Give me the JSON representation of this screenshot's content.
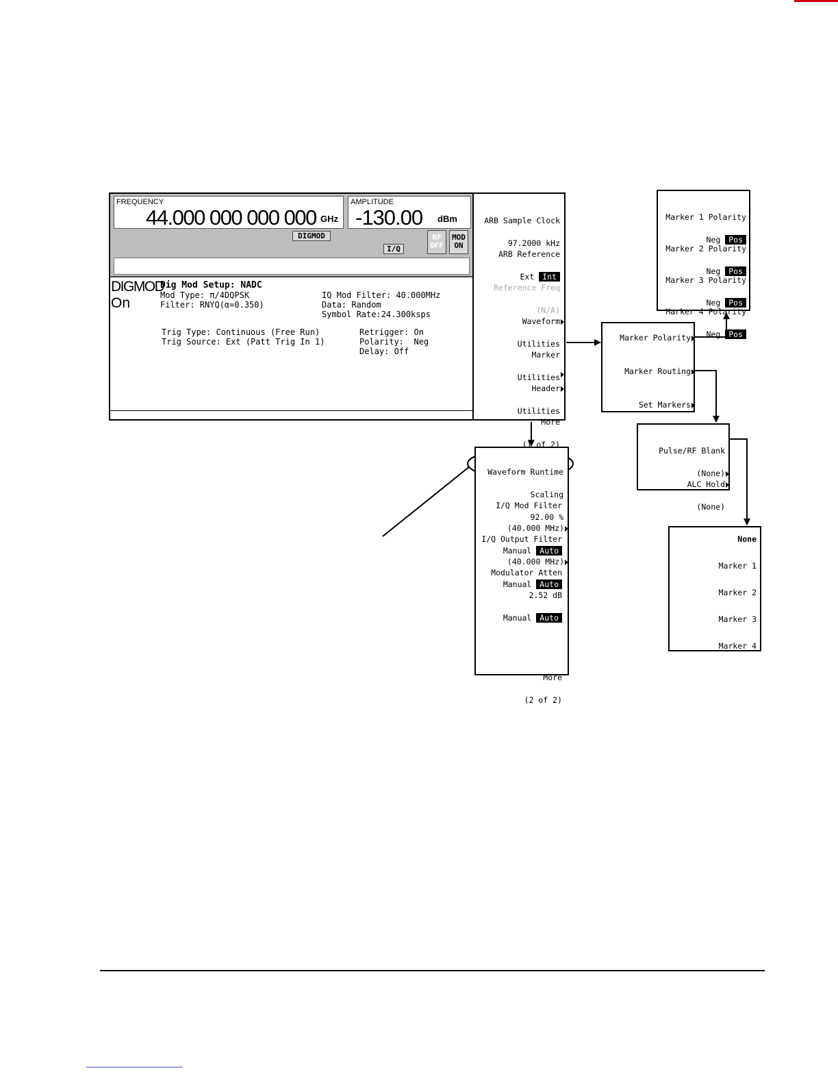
{
  "top_rule_color": "#cc0000",
  "display": {
    "frequency": {
      "label": "FREQUENCY",
      "value": "44.000 000 000 000",
      "unit": "GHz"
    },
    "amplitude": {
      "label": "AMPLITUDE",
      "value": "-130.00",
      "unit": "dBm"
    },
    "badges": {
      "digmod": "DIGMOD",
      "iq": "I/Q",
      "rf": "RF\nOFF",
      "mod": "MOD\nON"
    },
    "status": {
      "line1": "DIGMOD",
      "line2": "On"
    },
    "setup": {
      "title": "Dig Mod Setup: NADC",
      "mod_type": "Mod Type: π/4DQPSK",
      "filter": "Filter: RNYQ(α=0.350)",
      "iq_mod_filter": "IQ Mod Filter: 40.000MHz",
      "data": "Data: Random",
      "symbol_rate": "Symbol Rate:24.300ksps",
      "trig_type": "Trig Type: Continuous (Free Run)",
      "trig_source": "Trig Source: Ext (Patt Trig In 1)",
      "retrigger": "Retrigger: On",
      "polarity": "Polarity:  Neg",
      "delay": "Delay: Off"
    }
  },
  "softkeys_page1": [
    {
      "line1": "ARB Sample Clock",
      "line2": "97.2000 kHz"
    },
    {
      "line1": "ARB Reference",
      "line2": "Ext",
      "selected": "Int"
    },
    {
      "line1": "Reference Freq",
      "line2": "(N/A)",
      "disabled": true
    },
    {
      "line1": "Waveform",
      "line2": "Utilities"
    },
    {
      "line1": "Marker",
      "line2": "Utilities"
    },
    {
      "line1": "Header",
      "line2": "Utilities"
    },
    {
      "line1": "More",
      "line2": "(1 of 2)"
    }
  ],
  "softkeys_page2": [
    {
      "line1": "Waveform Runtime",
      "line2": "Scaling",
      "line3": "92.00 %"
    },
    {
      "line1": "I/Q Mod Filter",
      "line2": "(40.000 MHz)",
      "line3": "Manual",
      "selected": "Auto"
    },
    {
      "line1": "I/Q Output Filter",
      "line2": "(40.000 MHz)",
      "line3": "Manual",
      "selected": "Auto"
    },
    {
      "line1": "Modulator Atten",
      "line2": "2.52 dB",
      "line3": "Manual",
      "selected": "Auto"
    },
    {
      "line1": "More",
      "line2": "(2 of 2)"
    }
  ],
  "marker_utilities": [
    "Marker Polarity",
    "Marker Routing",
    "Set Markers"
  ],
  "marker_polarity": [
    {
      "label": "Marker 1 Polarity",
      "neg": "Neg",
      "pos": "Pos"
    },
    {
      "label": "Marker 2 Polarity",
      "neg": "Neg",
      "pos": "Pos"
    },
    {
      "label": "Marker 3 Polarity",
      "neg": "Neg",
      "pos": "Pos"
    },
    {
      "label": "Marker 4 Polarity",
      "neg": "Neg",
      "pos": "Pos"
    }
  ],
  "marker_routing": [
    {
      "line1": "Pulse/RF Blank",
      "line2": "(None)"
    },
    {
      "line1": "ALC Hold",
      "line2": "(None)"
    }
  ],
  "marker_select": [
    "None",
    "Marker 1",
    "Marker 2",
    "Marker 3",
    "Marker 4"
  ]
}
